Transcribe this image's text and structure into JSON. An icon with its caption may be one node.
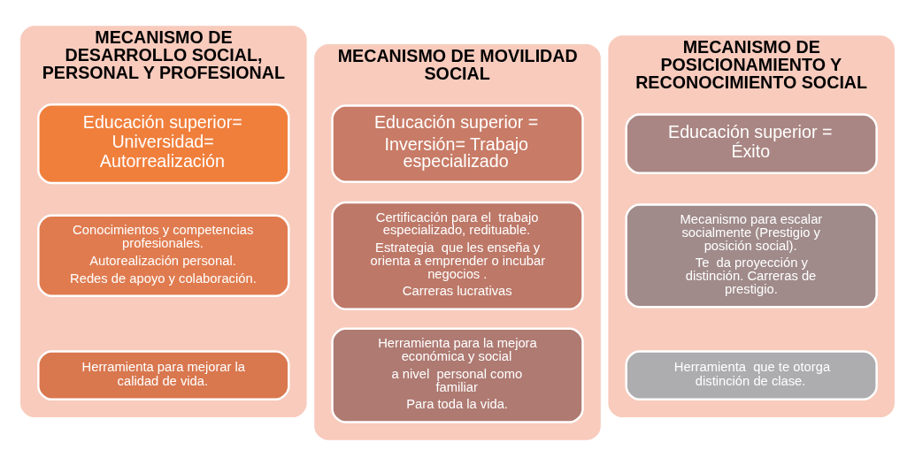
{
  "diagram": {
    "nodes": [
      {
        "text": [
          "MECANISMO DE DESARROLLO SOCIAL, PERSONAL Y PROFESIONAL"
        ]
      },
      {
        "text": [
          "Educación superior= Universidad= Autorrealización"
        ],
        "in": 0
      },
      {
        "text": [
          "Conocimientos y competencias profesionales.",
          "Autorealización personal.",
          "Redes de apoyo y colaboración."
        ],
        "in": 0
      },
      {
        "text": [
          "Herramienta para mejorar la calidad de vida."
        ],
        "in": 0
      },
      {
        "text": [
          "MECANISMO DE MOVILIDAD SOCIAL"
        ]
      },
      {
        "text": [
          "Educación superior =",
          "Inversión= Trabajo especializado"
        ],
        "in": 4
      },
      {
        "text": [
          "Certificación para el  trabajo especializado, redituable.",
          "Estrategia  que les enseña y orienta a emprender o incubar negocios .",
          "Carreras lucrativas"
        ],
        "in": 4
      },
      {
        "text": [
          "Herramienta para la mejora económica y social",
          "a nivel  personal como familiar",
          "Para toda la vida."
        ],
        "in": 4
      },
      {
        "text": [
          "MECANISMO DE POSICIONAMIENTO Y RECONOCIMIENTO SOCIAL"
        ]
      },
      {
        "text": [
          "Educación superior = Éxito"
        ],
        "in": 8
      },
      {
        "text": [
          "Mecanismo para escalar socialmente (Prestigio y posición social).",
          "Te  da proyección y distinción. Carreras de prestigio."
        ],
        "in": 8
      },
      {
        "text": [
          "Herramienta  que te otorga distinción de clase."
        ],
        "in": 8
      }
    ],
    "edges": []
  }
}
